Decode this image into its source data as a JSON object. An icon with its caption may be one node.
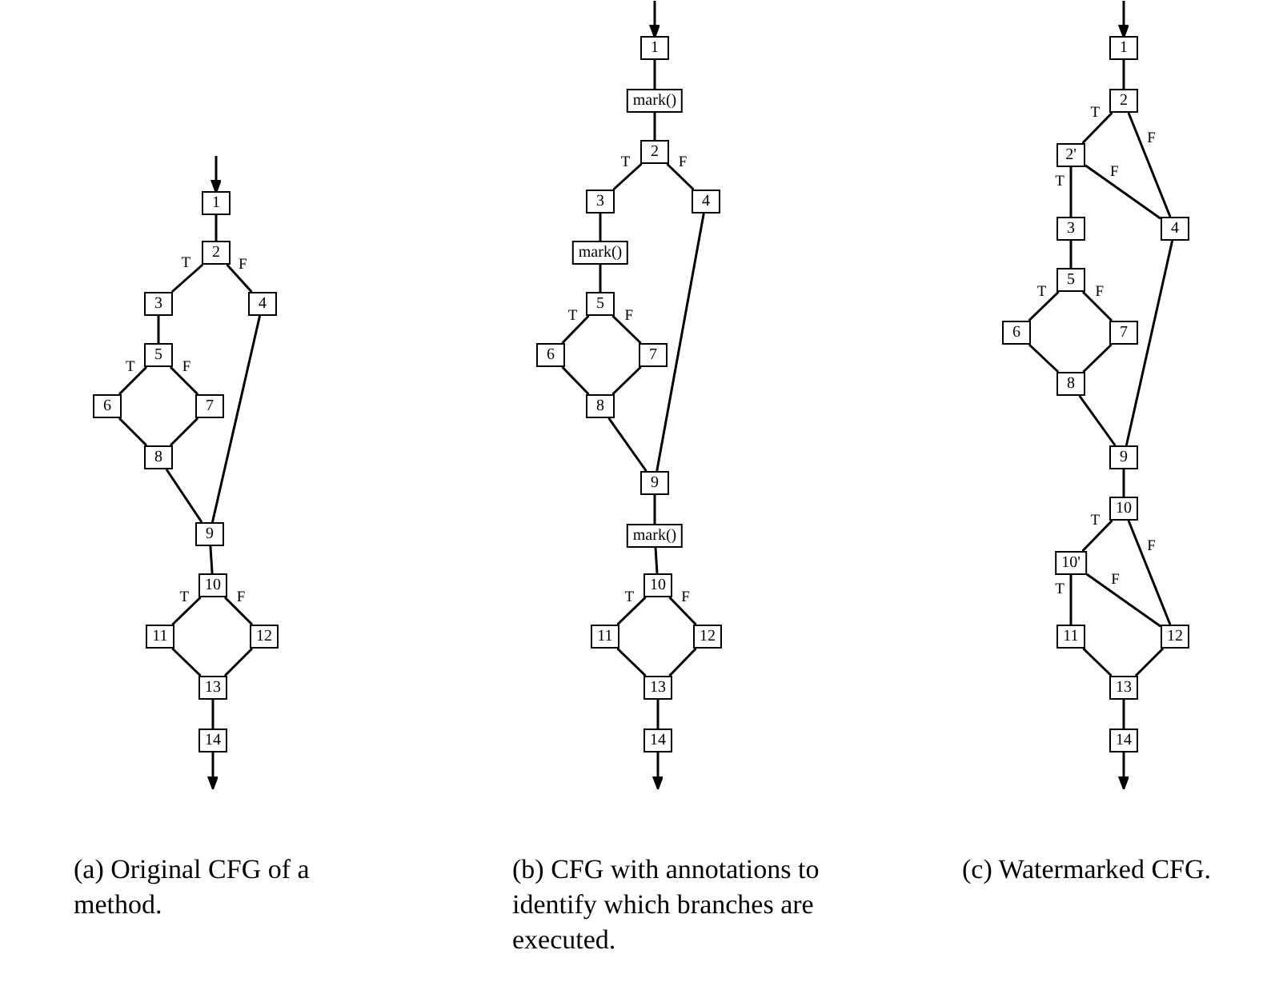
{
  "diagram": {
    "nodes": [
      {
        "text": [
          "1"
        ]
      },
      {
        "text": [
          "2"
        ]
      },
      {
        "text": [
          "3"
        ]
      },
      {
        "text": [
          "4"
        ]
      },
      {
        "text": [
          "5"
        ]
      },
      {
        "text": [
          "6"
        ]
      },
      {
        "text": [
          "7"
        ]
      },
      {
        "text": [
          "8"
        ]
      },
      {
        "text": [
          "9"
        ]
      },
      {
        "text": [
          "10"
        ]
      },
      {
        "text": [
          "11"
        ]
      },
      {
        "text": [
          "12"
        ]
      },
      {
        "text": [
          "13"
        ]
      },
      {
        "text": [
          "14"
        ]
      },
      {
        "text": [
          "1"
        ]
      },
      {
        "text": [
          "mark()"
        ]
      },
      {
        "text": [
          "2"
        ]
      },
      {
        "text": [
          "3"
        ]
      },
      {
        "text": [
          "4"
        ]
      },
      {
        "text": [
          "mark()"
        ]
      },
      {
        "text": [
          "5"
        ]
      },
      {
        "text": [
          "6"
        ]
      },
      {
        "text": [
          "7"
        ]
      },
      {
        "text": [
          "8"
        ]
      },
      {
        "text": [
          "9"
        ]
      },
      {
        "text": [
          "mark()"
        ]
      },
      {
        "text": [
          "10"
        ]
      },
      {
        "text": [
          "11"
        ]
      },
      {
        "text": [
          "12"
        ]
      },
      {
        "text": [
          "13"
        ]
      },
      {
        "text": [
          "14"
        ]
      },
      {
        "text": [
          "1"
        ]
      },
      {
        "text": [
          "2"
        ]
      },
      {
        "text": [
          "2'"
        ]
      },
      {
        "text": [
          "3"
        ]
      },
      {
        "text": [
          "4"
        ]
      },
      {
        "text": [
          "5"
        ]
      },
      {
        "text": [
          "6"
        ]
      },
      {
        "text": [
          "7"
        ]
      },
      {
        "text": [
          "8"
        ]
      },
      {
        "text": [
          "9"
        ]
      },
      {
        "text": [
          "10"
        ]
      },
      {
        "text": [
          "10'"
        ]
      },
      {
        "text": [
          "11"
        ]
      },
      {
        "text": [
          "12"
        ]
      },
      {
        "text": [
          "13"
        ]
      },
      {
        "text": [
          "14"
        ]
      }
    ],
    "edges": [
      {
        "from": null,
        "to": 0,
        "arrow": "to"
      },
      {
        "from": 0,
        "to": 1,
        "arrow": "none"
      },
      {
        "from": 1,
        "to": 2,
        "arrow": "none",
        "label": "T"
      },
      {
        "from": 1,
        "to": 3,
        "arrow": "none",
        "label": "F"
      },
      {
        "from": 2,
        "to": 4,
        "arrow": "none"
      },
      {
        "from": 4,
        "to": 5,
        "arrow": "none",
        "label": "T"
      },
      {
        "from": 4,
        "to": 6,
        "arrow": "none",
        "label": "F"
      },
      {
        "from": 5,
        "to": 7,
        "arrow": "none"
      },
      {
        "from": 6,
        "to": 7,
        "arrow": "none"
      },
      {
        "from": 7,
        "to": 8,
        "arrow": "none"
      },
      {
        "from": 3,
        "to": 8,
        "arrow": "none"
      },
      {
        "from": 8,
        "to": 9,
        "arrow": "none"
      },
      {
        "from": 9,
        "to": 10,
        "arrow": "none",
        "label": "T"
      },
      {
        "from": 9,
        "to": 11,
        "arrow": "none",
        "label": "F"
      },
      {
        "from": 10,
        "to": 12,
        "arrow": "none"
      },
      {
        "from": 11,
        "to": 12,
        "arrow": "none"
      },
      {
        "from": 12,
        "to": 13,
        "arrow": "none"
      },
      {
        "from": 13,
        "to": null,
        "arrow": "to"
      },
      {
        "from": null,
        "to": 14,
        "arrow": "to"
      },
      {
        "from": 14,
        "to": 15,
        "arrow": "none"
      },
      {
        "from": 15,
        "to": 16,
        "arrow": "none"
      },
      {
        "from": 16,
        "to": 17,
        "arrow": "none",
        "label": "T"
      },
      {
        "from": 16,
        "to": 18,
        "arrow": "none",
        "label": "F"
      },
      {
        "from": 17,
        "to": 19,
        "arrow": "none"
      },
      {
        "from": 19,
        "to": 20,
        "arrow": "none"
      },
      {
        "from": 20,
        "to": 21,
        "arrow": "none",
        "label": "T"
      },
      {
        "from": 20,
        "to": 22,
        "arrow": "none",
        "label": "F"
      },
      {
        "from": 21,
        "to": 23,
        "arrow": "none"
      },
      {
        "from": 22,
        "to": 23,
        "arrow": "none"
      },
      {
        "from": 23,
        "to": 24,
        "arrow": "none"
      },
      {
        "from": 18,
        "to": 24,
        "arrow": "none"
      },
      {
        "from": 24,
        "to": 25,
        "arrow": "none"
      },
      {
        "from": 25,
        "to": 26,
        "arrow": "none"
      },
      {
        "from": 26,
        "to": 27,
        "arrow": "none",
        "label": "T"
      },
      {
        "from": 26,
        "to": 28,
        "arrow": "none",
        "label": "F"
      },
      {
        "from": 27,
        "to": 29,
        "arrow": "none"
      },
      {
        "from": 28,
        "to": 29,
        "arrow": "none"
      },
      {
        "from": 29,
        "to": 30,
        "arrow": "none"
      },
      {
        "from": 30,
        "to": null,
        "arrow": "to"
      },
      {
        "from": null,
        "to": 31,
        "arrow": "to"
      },
      {
        "from": 31,
        "to": 32,
        "arrow": "none"
      },
      {
        "from": 32,
        "to": 33,
        "arrow": "none",
        "label": "T"
      },
      {
        "from": 32,
        "to": 35,
        "arrow": "none",
        "label": "F"
      },
      {
        "from": 33,
        "to": 34,
        "arrow": "none",
        "label": "T"
      },
      {
        "from": 33,
        "to": 35,
        "arrow": "none",
        "label": "F"
      },
      {
        "from": 34,
        "to": 36,
        "arrow": "none"
      },
      {
        "from": 36,
        "to": 37,
        "arrow": "none",
        "label": "T"
      },
      {
        "from": 36,
        "to": 38,
        "arrow": "none",
        "label": "F"
      },
      {
        "from": 37,
        "to": 39,
        "arrow": "none"
      },
      {
        "from": 38,
        "to": 39,
        "arrow": "none"
      },
      {
        "from": 39,
        "to": 40,
        "arrow": "none"
      },
      {
        "from": 35,
        "to": 40,
        "arrow": "none"
      },
      {
        "from": 40,
        "to": 41,
        "arrow": "none"
      },
      {
        "from": 41,
        "to": 42,
        "arrow": "none",
        "label": "T"
      },
      {
        "from": 41,
        "to": 44,
        "arrow": "none",
        "label": "F"
      },
      {
        "from": 42,
        "to": 43,
        "arrow": "none",
        "label": "T"
      },
      {
        "from": 42,
        "to": 44,
        "arrow": "none",
        "label": "F"
      },
      {
        "from": 43,
        "to": 45,
        "arrow": "none"
      },
      {
        "from": 44,
        "to": 45,
        "arrow": "none"
      },
      {
        "from": 45,
        "to": 46,
        "arrow": "none"
      },
      {
        "from": 46,
        "to": null,
        "arrow": "to"
      }
    ],
    "labels": [
      "(a) Original CFG of a method.",
      "(b) CFG with annotations to identify which branches are executed.",
      "(c) Watermarked CFG."
    ]
  }
}
